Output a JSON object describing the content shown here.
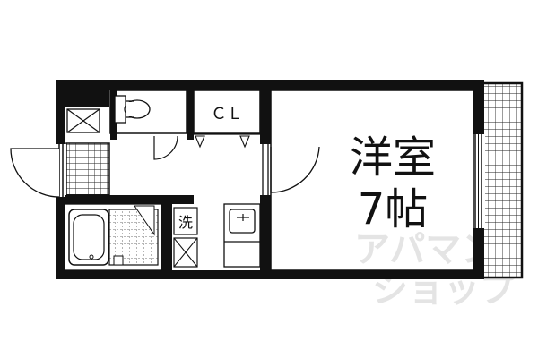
{
  "rooms": {
    "western_room_label": "洋室",
    "western_room_size": "7帖",
    "closet_label": "ＣＬ",
    "washer_label": "洗"
  },
  "watermark": {
    "text_line1": "アパマン",
    "text_line2": "ショップ"
  },
  "colors": {
    "wall": "#111111",
    "line": "#222222",
    "watermark": "#e6e6e6",
    "background": "#ffffff"
  }
}
